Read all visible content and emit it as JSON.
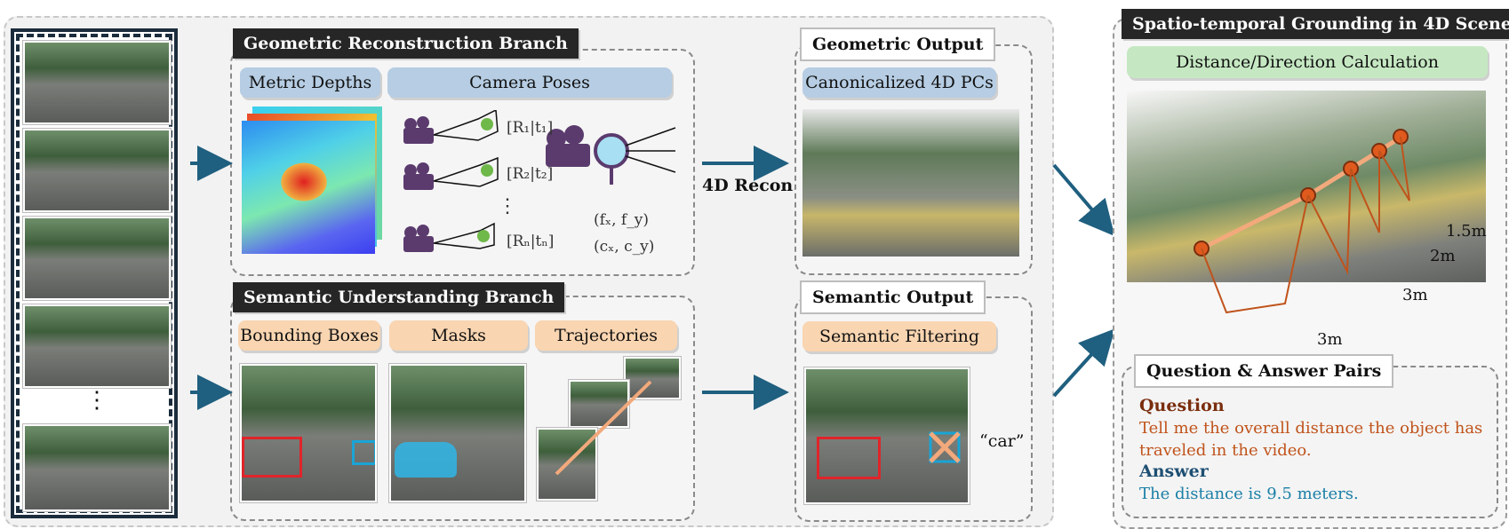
{
  "geometric_branch": {
    "title": "Geometric Reconstruction Branch",
    "chips": [
      "Metric Depths",
      "Camera Poses"
    ],
    "poses": [
      "[R₁|t₁]",
      "[R₂|t₂]",
      "⋮",
      "[Rₙ|tₙ]"
    ],
    "intrinsics": [
      "(fₓ, f_y)",
      "(cₓ, c_y)"
    ]
  },
  "semantic_branch": {
    "title": "Semantic Understanding Branch",
    "chips": [
      "Bounding Boxes",
      "Masks",
      "Trajectories"
    ]
  },
  "recon_label": "4D Recon.",
  "geometric_output": {
    "title": "Geometric Output",
    "chip": "Canonicalized 4D PCs"
  },
  "semantic_output": {
    "title": "Semantic Output",
    "chip": "Semantic Filtering",
    "query": "“car”"
  },
  "grounding": {
    "title": "Spatio-temporal Grounding in 4D Scene",
    "chip": "Distance/Direction Calculation",
    "distances": [
      "1.5m",
      "2m",
      "3m",
      "3m"
    ]
  },
  "qa": {
    "title": "Question & Answer Pairs",
    "question_label": "Question",
    "question": "Tell me the overall distance the object has traveled in the video.",
    "answer_label": "Answer",
    "answer": "The distance is 9.5 meters."
  },
  "frame_ellipsis": "⋮",
  "colors": {
    "arrow": "#1f5f7f",
    "bbox": "#e0242a",
    "track": "#f2a97c",
    "question": "#c0531b",
    "answer": "#1a7fa6",
    "qhead": "#7a2e0e",
    "ahead": "#1e4f73"
  }
}
